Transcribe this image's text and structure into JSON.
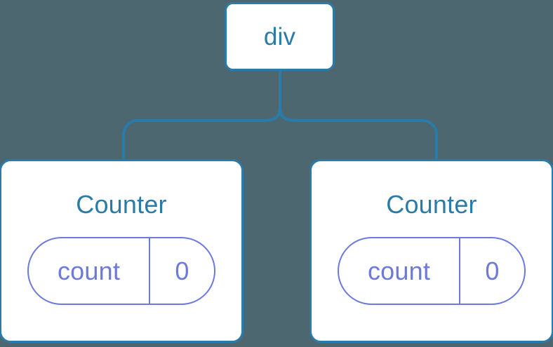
{
  "diagram": {
    "type": "component-tree",
    "background_color": "#4d6770",
    "node_border_color": "#2b7ba8",
    "node_fill_color": "#ffffff",
    "connector_color": "#2b7ba8",
    "state_pill_color": "#6c79dd",
    "title_text_color": "#2b7ba8"
  },
  "root": {
    "label": "div"
  },
  "children": [
    {
      "title": "Counter",
      "state": {
        "key": "count",
        "value": "0"
      }
    },
    {
      "title": "Counter",
      "state": {
        "key": "count",
        "value": "0"
      }
    }
  ]
}
